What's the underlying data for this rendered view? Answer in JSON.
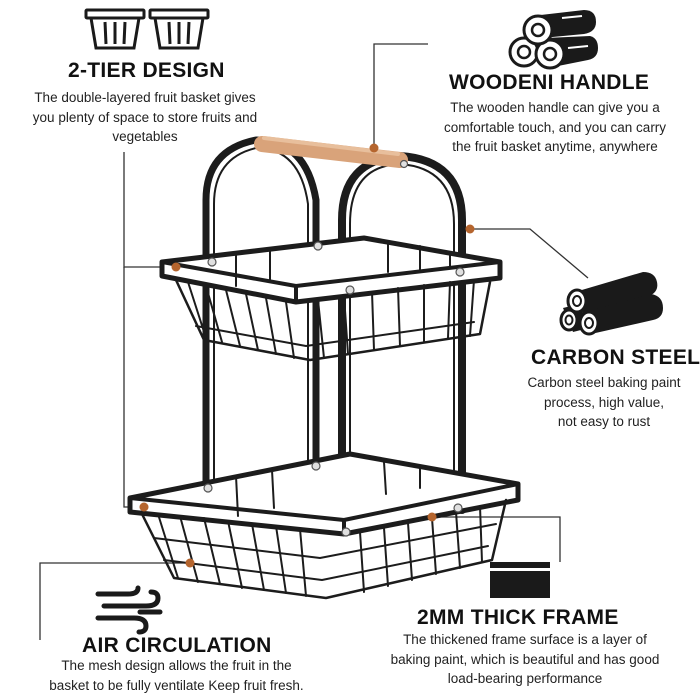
{
  "features": {
    "tier": {
      "title": "2-TIER DESIGN",
      "lines": [
        "The double-layered fruit basket gives",
        "you plenty of space to store fruits and",
        "vegetables"
      ],
      "icon": "double-basket-icon"
    },
    "handle": {
      "title": "WOODENI HANDLE",
      "lines": [
        "The wooden handle can give you a",
        "comfortable touch, and you can carry",
        "the fruit basket anytime, anywhere"
      ],
      "icon": "wood-logs-icon"
    },
    "steel": {
      "title": "CARBON STEEL",
      "lines": [
        "Carbon steel baking paint",
        "process, high value,",
        "not easy to rust"
      ],
      "icon": "steel-pipes-icon"
    },
    "air": {
      "title": "AIR CIRCULATION",
      "lines": [
        "The mesh design allows the fruit in the",
        "basket to be fully ventilate Keep fruit fresh."
      ],
      "icon": "wind-icon"
    },
    "frame": {
      "title": "2MM THICK FRAME",
      "lines": [
        "The thickened frame surface is a layer of",
        "baking paint, which is beautiful and has good",
        "load-bearing performance"
      ],
      "icon": "thick-bar-icon"
    }
  },
  "colors": {
    "frame": "#1c1c1c",
    "wood": "#d9a37a",
    "dot": "#b5652e",
    "line": "#333333"
  }
}
